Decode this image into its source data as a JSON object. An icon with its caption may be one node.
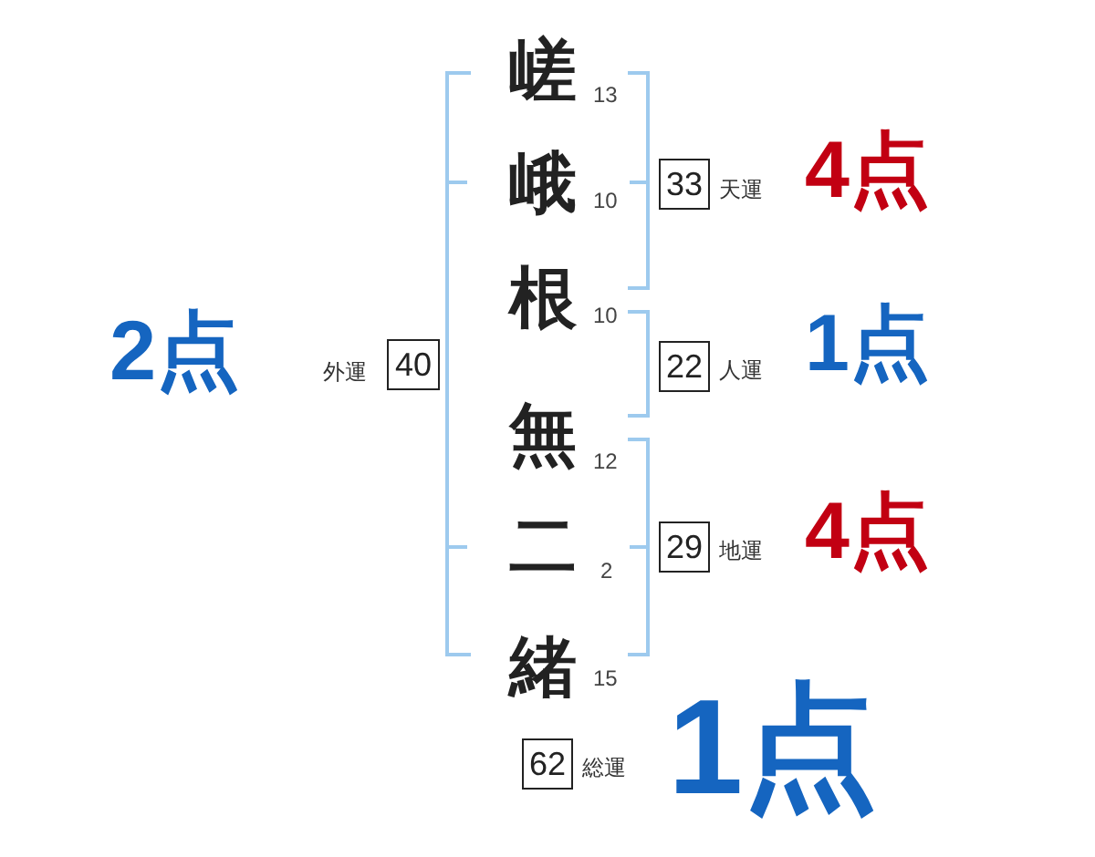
{
  "diagram": {
    "nodes": [
      {
        "text": [
          "33"
        ],
        "beside": [
          "天運",
          "4点"
        ]
      },
      {
        "text": [
          "40"
        ],
        "beside": [
          "2点",
          "外運"
        ]
      },
      {
        "text": [
          "22"
        ],
        "beside": [
          "人運",
          "1点"
        ]
      },
      {
        "text": [
          "29"
        ],
        "beside": [
          "地運",
          "4点"
        ]
      },
      {
        "text": [
          "62"
        ],
        "beside": [
          "総運",
          "1点"
        ]
      }
    ],
    "labels": [
      "嵯",
      "13",
      "峨",
      "10",
      "根",
      "10",
      "無",
      "12",
      "二",
      "2",
      "緒",
      "15"
    ]
  }
}
